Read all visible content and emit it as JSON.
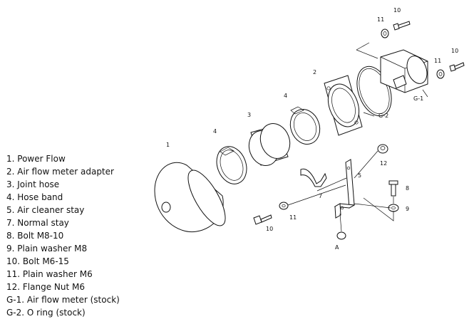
{
  "legend": [
    "1. Power Flow",
    "2. Air flow meter adapter",
    "3. Joint hose",
    "4. Hose band",
    "5. Air cleaner stay",
    "7. Normal stay",
    "8. Bolt M8-10",
    "9. Plain washer M8",
    "10. Bolt M6-15",
    "11. Plain washer M6",
    "12. Flange Nut M6",
    "G-1. Air flow meter (stock)",
    "G-2. O ring (stock)"
  ],
  "callouts": {
    "filter": "1",
    "adapter": "2",
    "joint_hose": "3",
    "hose_band_left": "4",
    "hose_band_right": "4",
    "cleaner_stay": "5",
    "normal_stay": "7",
    "bolt_m8": "8",
    "washer_m8": "9",
    "bolt_top": "10",
    "bolt_right": "10",
    "bolt_bottom": "10",
    "washer_top": "11",
    "washer_right": "11",
    "washer_bottom": "11",
    "flange_nut": "12",
    "air_flow_meter": "G-1",
    "o_ring": "G-2",
    "ref_a": "A"
  }
}
